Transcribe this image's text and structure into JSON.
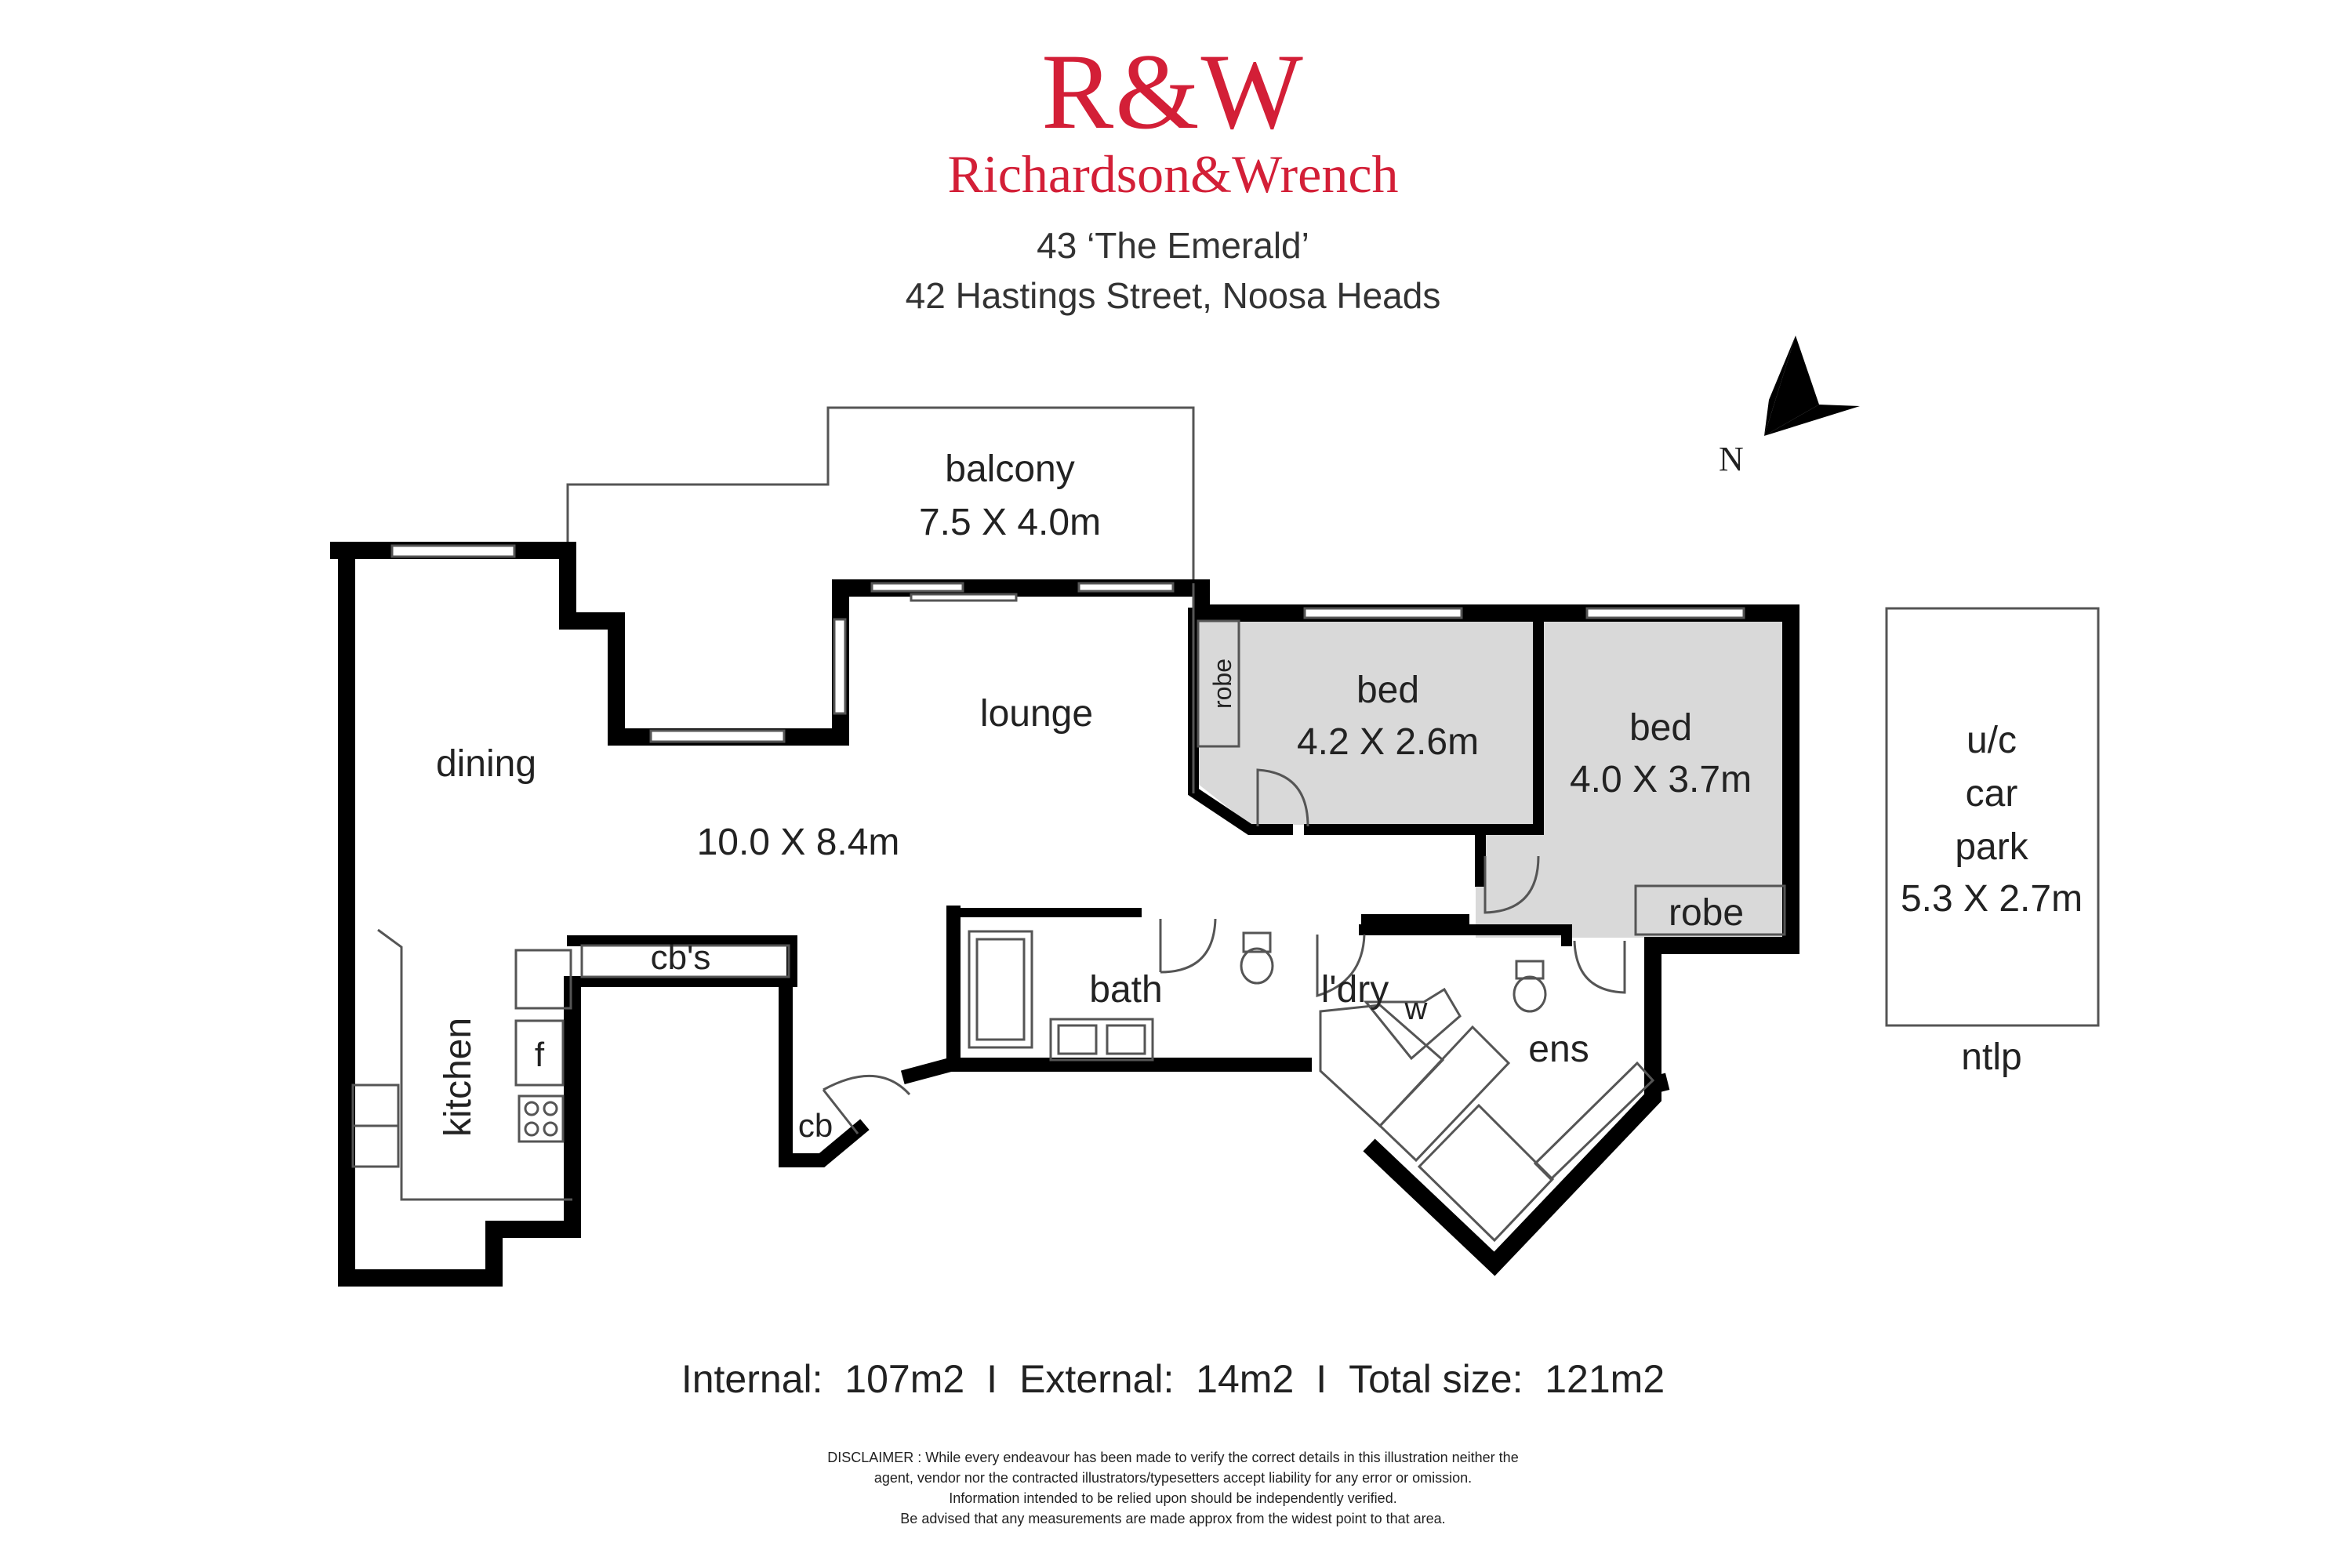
{
  "branding": {
    "mark": "R&W",
    "name": "Richardson&Wrench",
    "color": "#d31f37"
  },
  "address": {
    "line1": "43 ‘The Emerald’",
    "line2": "42 Hastings Street, Noosa Heads"
  },
  "compass": {
    "label": "N"
  },
  "rooms": {
    "balcony": {
      "name": "balcony",
      "size": "7.5 X 4.0m"
    },
    "lounge": {
      "name": "lounge"
    },
    "dining": {
      "name": "dining",
      "size": "10.0 X 8.4m"
    },
    "kitchen": {
      "name": "kitchen",
      "fridge": "f"
    },
    "cupboards": {
      "upper": "cb's",
      "lower": "cb"
    },
    "bath": {
      "name": "bath"
    },
    "laundry": {
      "name": "l'dry",
      "washer": "w"
    },
    "ensuite": {
      "name": "ens"
    },
    "bed1": {
      "name": "bed",
      "size": "4.2 X 2.6m",
      "robe": "robe"
    },
    "bed2": {
      "name": "bed",
      "size": "4.0 X 3.7m",
      "robe": "robe"
    },
    "carpark": {
      "line1": "u/c",
      "line2": "car",
      "line3": "park",
      "size": "5.3 X 2.7m",
      "note": "ntlp"
    }
  },
  "colors": {
    "wall": "#000000",
    "bedroom_fill": "#d9d9d9",
    "line": "#555555"
  },
  "areas": {
    "internal": "Internal:  107m2",
    "separator": "I",
    "external": "External:  14m2",
    "total": "Total size:  121m2"
  },
  "disclaimer": {
    "line1": "DISCLAIMER : While every endeavour has been made to verify the correct details in this illustration neither the",
    "line2": "agent, vendor nor the contracted illustrators/typesetters accept liability for any error or omission.",
    "line3": "Information intended to be relied upon should be independently verified.",
    "line4": "Be advised that any measurements are made approx from the widest point to that area."
  }
}
